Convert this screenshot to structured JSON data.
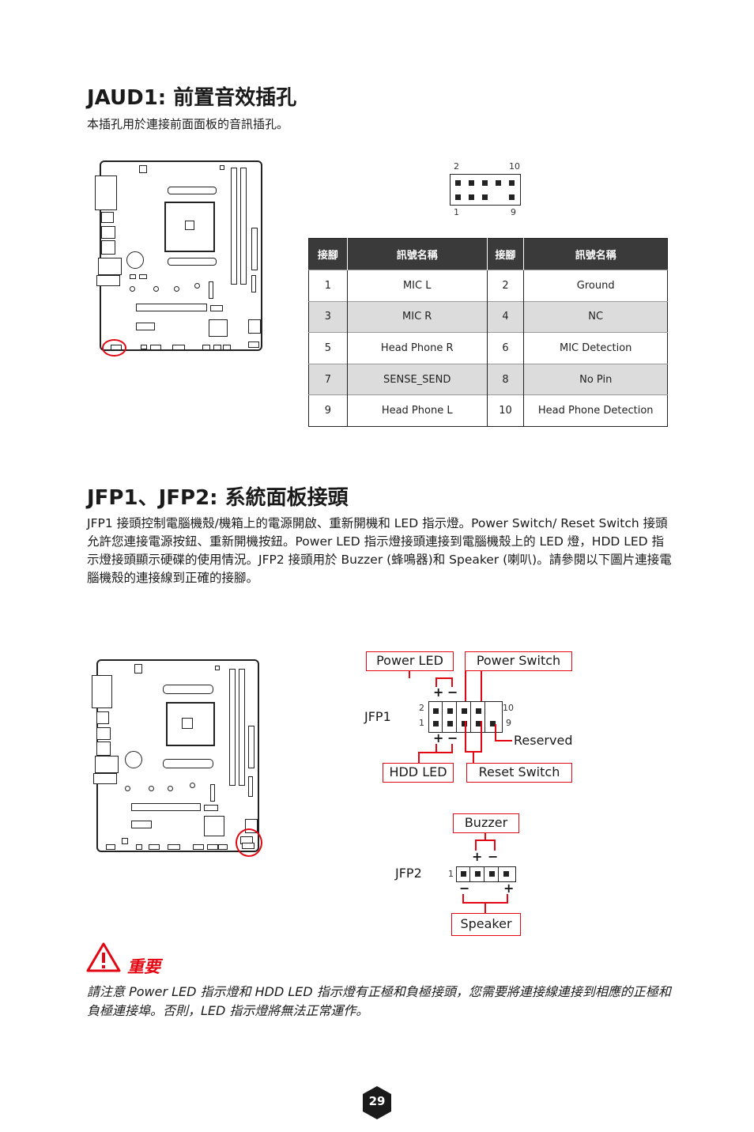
{
  "jaud1": {
    "title": "JAUD1: 前置音效插孔",
    "intro": "本插孔用於連接前面面板的音訊插孔。",
    "pin_labels": {
      "top_left": "2",
      "top_right": "10",
      "bottom_left": "1",
      "bottom_right": "9"
    },
    "table": {
      "headers": [
        "接腳",
        "訊號名稱",
        "接腳",
        "訊號名稱"
      ],
      "rows": [
        [
          "1",
          "MIC L",
          "2",
          "Ground"
        ],
        [
          "3",
          "MIC R",
          "4",
          "NC"
        ],
        [
          "5",
          "Head Phone R",
          "6",
          "MIC Detection"
        ],
        [
          "7",
          "SENSE_SEND",
          "8",
          "No Pin"
        ],
        [
          "9",
          "Head Phone L",
          "10",
          "Head Phone Detection"
        ]
      ]
    }
  },
  "jfp": {
    "title": "JFP1、JFP2: 系統面板接頭",
    "paragraph": "JFP1 接頭控制電腦機殼/機箱上的電源開啟、重新開機和 LED 指示燈。Power Switch/ Reset Switch 接頭允許您連接電源按鈕、重新開機按鈕。Power LED 指示燈接頭連接到電腦機殼上的 LED 燈，HDD LED 指示燈接頭顯示硬碟的使用情況。JFP2 接頭用於 Buzzer (蜂鳴器)和 Speaker (喇叭)。請參閱以下圖片連接電腦機殼的連接線到正確的接腳。",
    "jfp1": {
      "name": "JFP1",
      "power_led": "Power LED",
      "power_switch": "Power Switch",
      "hdd_led": "HDD LED",
      "reset_switch": "Reset Switch",
      "reserved": "Reserved",
      "pin_2": "2",
      "pin_1": "1",
      "pin_10": "10",
      "pin_9": "9",
      "plus": "+",
      "minus": "−"
    },
    "jfp2": {
      "name": "JFP2",
      "buzzer": "Buzzer",
      "speaker": "Speaker",
      "pin_1": "1",
      "plus": "+",
      "minus": "−"
    }
  },
  "important": {
    "title": "重要",
    "text": "請注意 Power LED 指示燈和 HDD LED 指示燈有正極和負極接頭，您需要將連接線連接到相應的正極和負極連接埠。否則，LED 指示燈將無法正常運作。"
  },
  "page_number": "29",
  "colors": {
    "accent": "#e30613",
    "header_bg": "#3a3a3a",
    "shade": "#dcdcdc"
  }
}
